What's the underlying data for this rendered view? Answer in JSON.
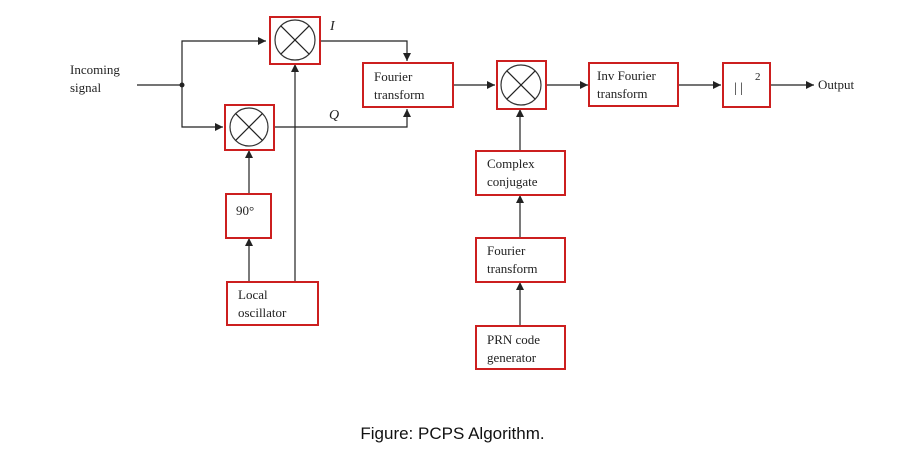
{
  "diagram": {
    "input_label": [
      "Incoming",
      "signal"
    ],
    "output_label": "Output",
    "i_label": "I",
    "q_label": "Q",
    "blocks": {
      "phase_shift": [
        "90°"
      ],
      "local_oscillator": [
        "Local",
        "oscillator"
      ],
      "fourier_1": [
        "Fourier",
        "transform"
      ],
      "inv_fourier": [
        "Inv Fourier",
        "transform"
      ],
      "magnitude_squared": [
        "| |",
        "2"
      ],
      "complex_conjugate": [
        "Complex",
        "conjugate"
      ],
      "fourier_2": [
        "Fourier",
        "transform"
      ],
      "prn": [
        "PRN code",
        "generator"
      ]
    },
    "colors": {
      "box_border": "#cc1f1f",
      "line": "#222222"
    }
  },
  "caption": "Figure: PCPS Algorithm."
}
